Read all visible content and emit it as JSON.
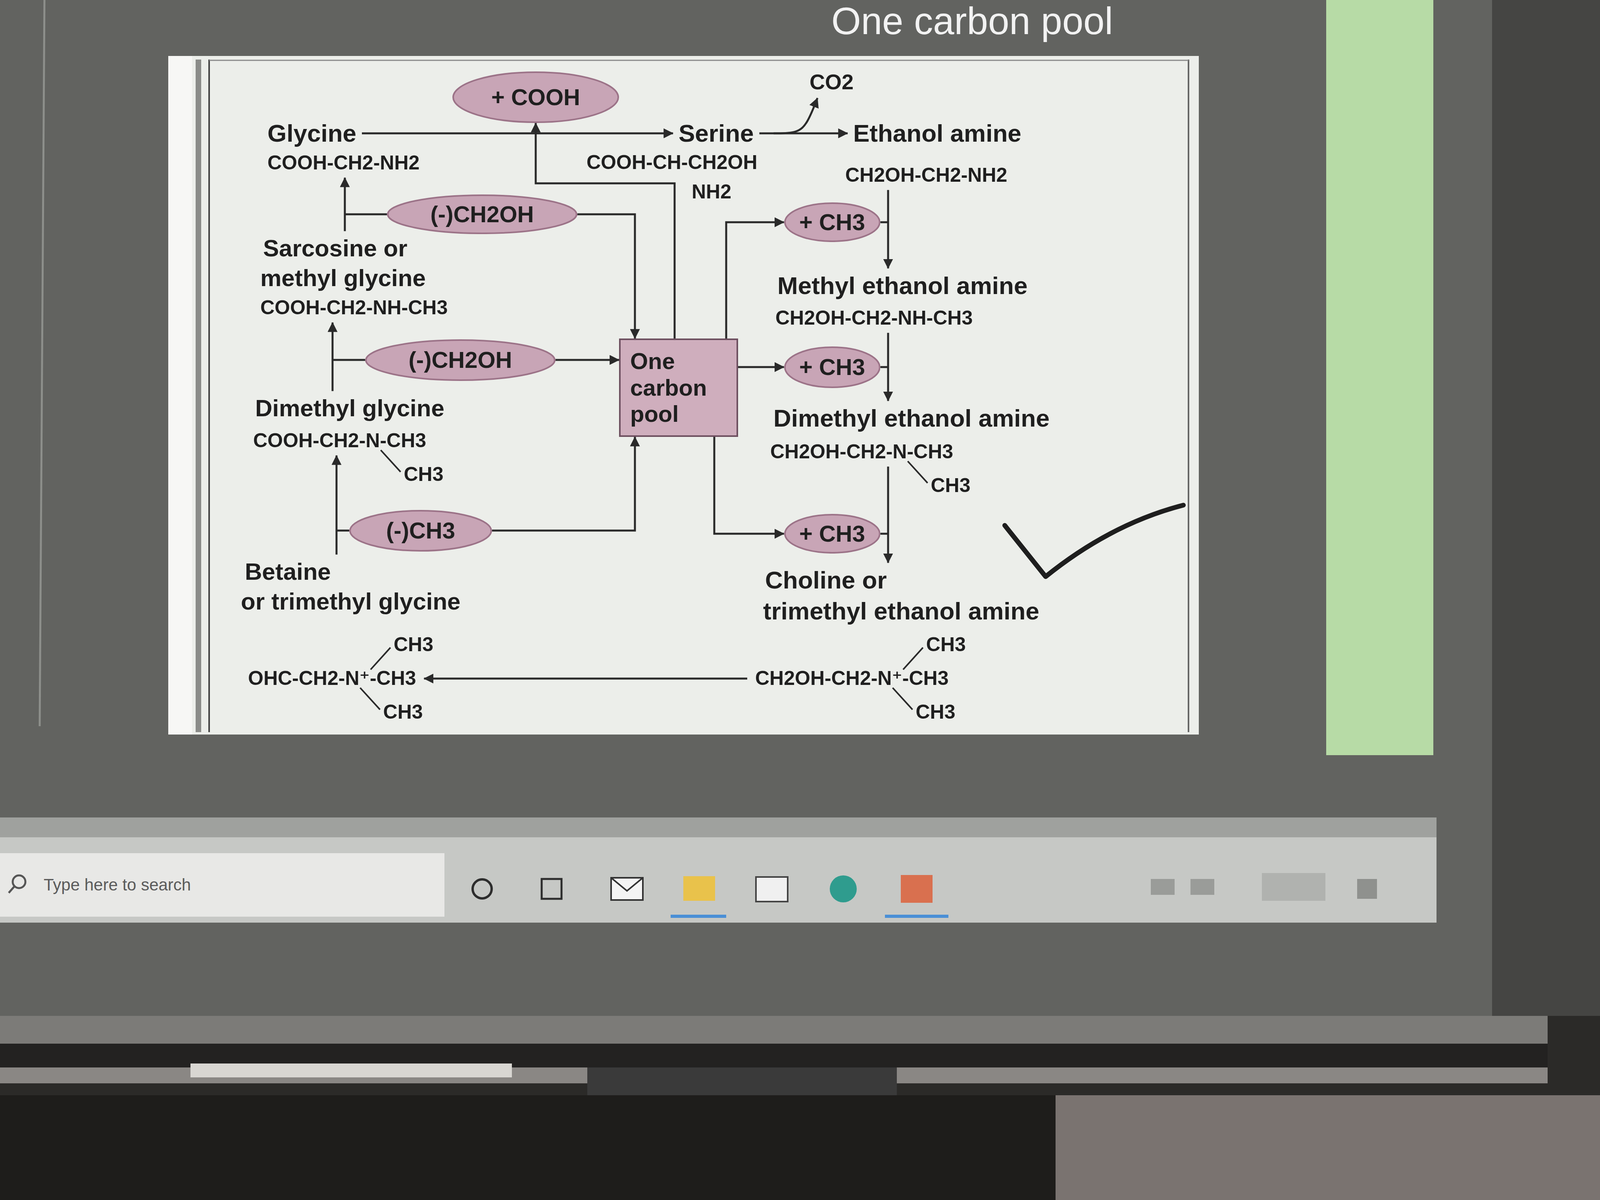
{
  "diagram": {
    "title": "One carbon pool",
    "nodes": [
      {
        "text": [
          "+ COOH"
        ]
      },
      {
        "text": [
          "(-)CH2OH"
        ]
      },
      {
        "text": [
          "+ CH3"
        ]
      },
      {
        "text": [
          "One carbon pool"
        ]
      },
      {
        "text": [
          "(-)CH2OH"
        ]
      },
      {
        "text": [
          "+ CH3"
        ]
      },
      {
        "text": [
          "(-)CH3"
        ]
      },
      {
        "text": [
          "+ CH3"
        ]
      }
    ],
    "edges": [
      {
        "from": 1,
        "to": 3,
        "arrow": "to"
      },
      {
        "from": 4,
        "to": 3,
        "arrow": "to"
      },
      {
        "from": 6,
        "to": 3,
        "arrow": "to"
      },
      {
        "from": 3,
        "to": 0,
        "arrow": "to"
      },
      {
        "from": 3,
        "to": 2,
        "arrow": "to"
      },
      {
        "from": 3,
        "to": 5,
        "arrow": "to"
      },
      {
        "from": 3,
        "to": 7,
        "arrow": "to"
      }
    ],
    "labels": [
      "CO2",
      "Glycine",
      "Serine",
      "Ethanol amine",
      "COOH-CH2-NH2",
      "COOH-CH-CH2OH",
      "CH2OH-CH2-NH2",
      "NH2",
      "Sarcosine or",
      "methyl glycine",
      "Methyl ethanol amine",
      "COOH-CH2-NH-CH3",
      "CH2OH-CH2-NH-CH3",
      "Dimethyl glycine",
      "Dimethyl ethanol amine",
      "COOH-CH2-N-CH3",
      "CH2OH-CH2-N-CH3",
      "CH3",
      "CH3",
      "Betaine",
      "Choline or",
      "or trimethyl glycine",
      "trimethyl ethanol amine",
      "CH3",
      "CH3",
      "OHC-CH2-N⁺-CH3",
      "CH2OH-CH2-N⁺-CH3",
      "CH3",
      "CH3",
      "Type here to search"
    ]
  }
}
